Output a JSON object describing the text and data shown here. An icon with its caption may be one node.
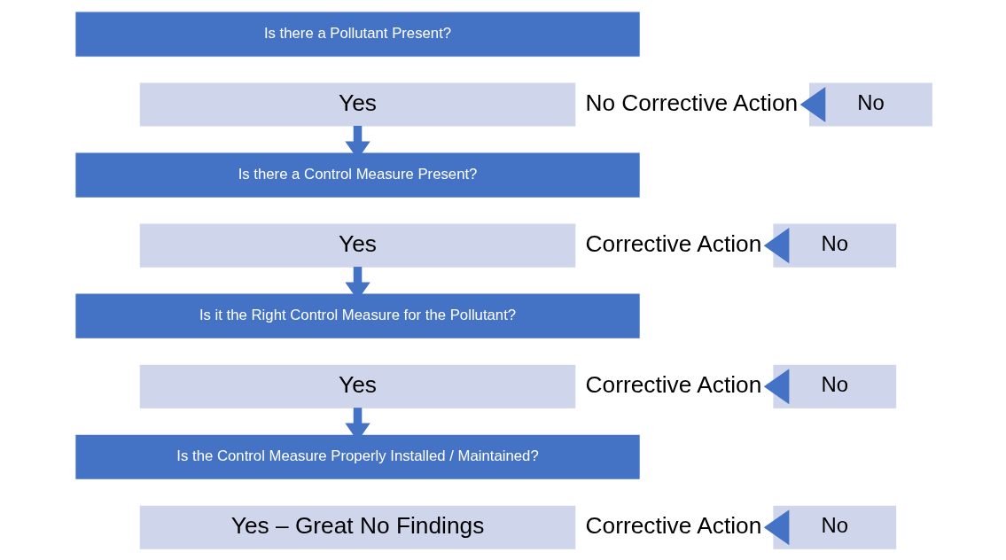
{
  "diagram": {
    "nodes": [
      {
        "text": [
          "Is there a Pollutant Present?"
        ]
      },
      {
        "text": [
          "No Corrective Action"
        ]
      },
      {
        "text": [
          "No"
        ]
      },
      {
        "text": [
          "Yes"
        ]
      },
      {
        "text": [
          "Is there a Control Measure Present?"
        ]
      },
      {
        "text": [
          "Corrective Action"
        ]
      },
      {
        "text": [
          "No"
        ]
      },
      {
        "text": [
          "Yes"
        ]
      },
      {
        "text": [
          "Is it the Right Control Measure for the Pollutant?"
        ]
      },
      {
        "text": [
          "Corrective Action"
        ]
      },
      {
        "text": [
          "No"
        ]
      },
      {
        "text": [
          "Yes"
        ]
      },
      {
        "text": [
          "Is the Control Measure Properly Installed / Maintained?"
        ]
      },
      {
        "text": [
          "Corrective Action"
        ]
      },
      {
        "text": [
          "No"
        ]
      },
      {
        "text": [
          "Yes – Great No Findings"
        ]
      }
    ],
    "edges": [
      {
        "from": 2,
        "to": 1,
        "arrow": "to"
      },
      {
        "from": 3,
        "to": 4,
        "arrow": "to"
      },
      {
        "from": 6,
        "to": 5,
        "arrow": "to"
      },
      {
        "from": 7,
        "to": 8,
        "arrow": "to"
      },
      {
        "from": 10,
        "to": 9,
        "arrow": "to"
      },
      {
        "from": 11,
        "to": 12,
        "arrow": "to"
      },
      {
        "from": 14,
        "to": 13,
        "arrow": "to"
      }
    ]
  }
}
